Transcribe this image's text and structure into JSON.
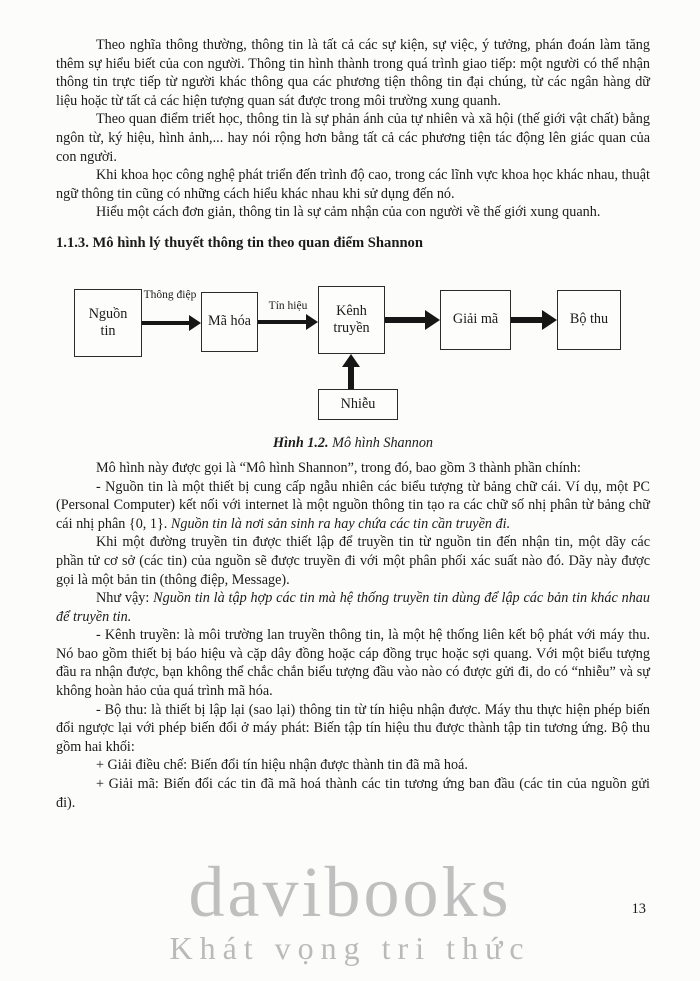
{
  "page": {
    "number": "13"
  },
  "intro": {
    "p1": "Theo nghĩa thông thường, thông tin là tất cả các sự kiện, sự việc, ý tưởng, phán đoán làm tăng thêm sự hiểu biết của con người. Thông tin hình thành trong quá trình giao tiếp: một người có thể nhận thông tin trực tiếp từ người khác thông qua các phương tiện thông tin đại chúng, từ các ngân hàng dữ liệu hoặc từ tất cả các hiện tượng quan sát được trong môi trường xung quanh.",
    "p2": "Theo quan điểm triết học, thông tin là sự phản ánh của tự nhiên và xã hội (thế giới vật chất) bằng ngôn từ, ký hiệu, hình ảnh,... hay nói rộng hơn bằng tất cả các phương tiện tác động lên giác quan của con người.",
    "p3": "Khi khoa học công nghệ phát triển đến trình độ cao, trong các lĩnh vực khoa học khác nhau, thuật ngữ thông tin cũng có những cách hiểu khác nhau khi sử dụng đến nó.",
    "p4": "Hiểu một cách đơn giản, thông tin là sự cảm nhận của con người về thế giới xung quanh."
  },
  "section": {
    "heading": "1.1.3. Mô hình lý thuyết thông tin theo quan điểm Shannon"
  },
  "diagram": {
    "boxes": {
      "nguon_tin": "Nguồn tin",
      "ma_hoa": "Mã hóa",
      "kenh_truyen": "Kênh truyền",
      "giai_ma": "Giải mã",
      "bo_thu": "Bộ thu",
      "nhieu": "Nhiễu"
    },
    "labels": {
      "thong_diep": "Thông điệp",
      "tin_hieu": "Tín hiệu"
    },
    "caption": {
      "bold": "Hình 1.2.",
      "text": " Mô hình Shannon"
    }
  },
  "body": {
    "p5": "Mô hình này được gọi là “Mô hình Shannon”, trong đó, bao gồm 3 thành phần chính:",
    "p6_normal": "- Nguồn tin là một thiết bị cung cấp ngẫu nhiên các biểu tượng từ bảng chữ cái. Ví dụ, một PC (Personal Computer) kết nối với internet là một nguồn thông tin tạo ra các chữ số nhị phân từ bảng chữ cái nhị phân {0, 1}. ",
    "p6_italic": "Nguồn tin là nơi sản sinh ra hay chứa các tin cần truyền đi.",
    "p7": "Khi một đường truyền tin được thiết lập để truyền tin từ nguồn tin đến nhận tin, một dãy các phần tử cơ sở (các tin) của nguồn sẽ được truyền đi với một phân phối xác suất nào đó. Dãy này được gọi là một bản tin (thông điệp, Message).",
    "p8_normal": "Như vậy: ",
    "p8_italic": "Nguồn tin là tập hợp các tin mà hệ thống truyền tin dùng để lập các bản tin khác nhau để truyền tin.",
    "p9": "- Kênh truyền: là môi trường lan truyền thông tin, là một hệ thống liên kết bộ phát với máy thu. Nó bao gồm thiết bị báo hiệu và cặp dây đồng hoặc cáp đồng trục hoặc sợi quang. Với một biểu tượng đầu ra nhận được, bạn không thể chắc chắn biểu tượng đầu vào nào có được gửi đi, do có “nhiễu” và sự không hoàn hảo của quá trình mã hóa.",
    "p10": "- Bộ thu: là thiết bị lập lại (sao lại) thông tin từ tín hiệu nhận được. Máy thu thực hiện phép biến đổi ngược lại với phép biến đổi ở máy phát: Biến tập tín hiệu thu được thành tập tin tương ứng. Bộ thu gồm hai khối:",
    "p11": "+ Giải điều chế: Biến đổi tín hiệu nhận được thành tin đã mã hoá.",
    "p12": "+ Giải mã: Biến đổi các tin đã mã hoá thành các tin tương ứng ban đầu (các tin của nguồn gửi đi)."
  },
  "watermark": {
    "line1": "davibooks",
    "line2": "Khát vọng tri thức"
  }
}
